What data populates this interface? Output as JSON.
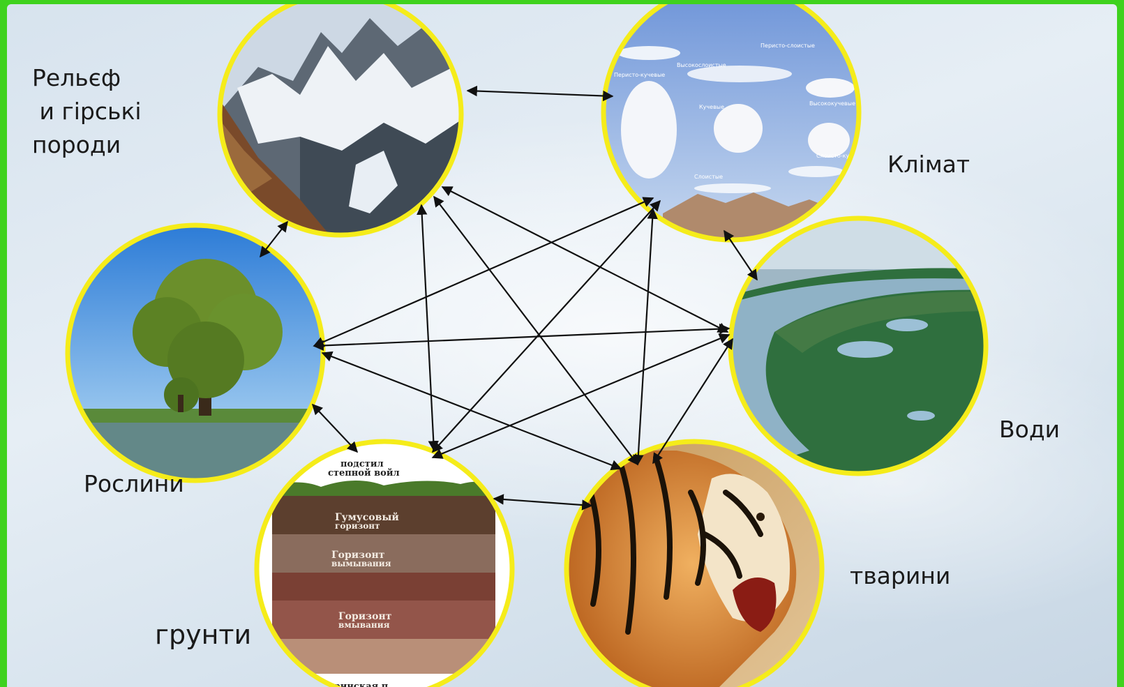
{
  "nodes": [
    {
      "key": "relief",
      "label": "Рельєф\n и гірські\nпороди",
      "image": "mountains"
    },
    {
      "key": "climate",
      "label": "Клімат",
      "image": "clouds",
      "image_text": [
        "Перисто-слоистые",
        "Высокослоистые",
        "Перисто-кучевые",
        "Кучевые",
        "Высококучевые",
        "Слоисто-кучевые",
        "Слоистые"
      ]
    },
    {
      "key": "waters",
      "label": "Води",
      "image": "river"
    },
    {
      "key": "animals",
      "label": "тварини",
      "image": "tiger"
    },
    {
      "key": "soils",
      "label": "грунти",
      "image": "soil-profile",
      "image_text": [
        "подстил",
        "степной войл",
        "Гумусовый",
        "горизонт",
        "Горизонт",
        "вымывания",
        "Горизонт",
        "вмывания",
        "оринская п"
      ]
    },
    {
      "key": "plants",
      "label": "Рослини",
      "image": "tree"
    }
  ],
  "links": [
    [
      "relief",
      "climate"
    ],
    [
      "climate",
      "waters"
    ],
    [
      "waters",
      "animals"
    ],
    [
      "animals",
      "soils"
    ],
    [
      "soils",
      "plants"
    ],
    [
      "plants",
      "relief"
    ],
    [
      "relief",
      "soils"
    ],
    [
      "relief",
      "animals"
    ],
    [
      "relief",
      "waters"
    ],
    [
      "climate",
      "plants"
    ],
    [
      "climate",
      "soils"
    ],
    [
      "climate",
      "animals"
    ],
    [
      "plants",
      "waters"
    ],
    [
      "plants",
      "animals"
    ],
    [
      "soils",
      "waters"
    ],
    [
      "animals",
      "waters"
    ]
  ],
  "colors": {
    "frame": "#3fd21e",
    "circle_border": "#f5ec1a",
    "arrow": "#111111"
  }
}
